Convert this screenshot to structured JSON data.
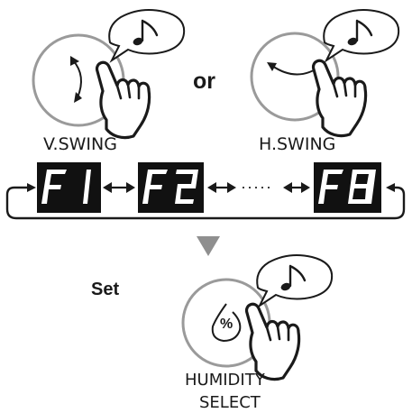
{
  "buttons": {
    "v_swing": "V.SWING",
    "h_swing": "H.SWING",
    "humidity_line1": "HUMIDITY",
    "humidity_line2": "SELECT",
    "humidity_symbol": "%"
  },
  "connector_or": "or",
  "step_set": "Set",
  "display_codes": [
    "F1",
    "F2",
    "F8"
  ],
  "ellipsis": "·····",
  "icons": {
    "beep": "music-note-icon",
    "press": "pointing-hand-icon",
    "v_swing": "vertical-swing-arrow-icon",
    "h_swing": "horizontal-swing-arrow-icon",
    "humidity": "water-drop-icon",
    "next_step": "down-triangle-icon"
  },
  "colors": {
    "ink": "#1a1a1a",
    "button_ring": "#9a9a9a",
    "triangle": "#8f8f8f",
    "display_bg": "#111111",
    "segment": "#ffffff"
  }
}
